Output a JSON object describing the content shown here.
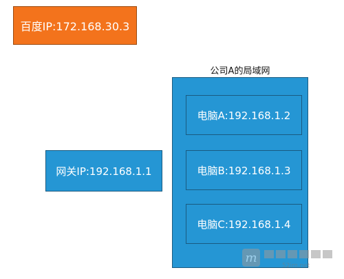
{
  "baidu": {
    "label": "百度IP:172.168.30.3",
    "color": "#f3731c"
  },
  "gateway": {
    "label": "网关IP:192.168.1.1",
    "color": "#2596d4"
  },
  "lan": {
    "title": "公司A的局域网",
    "computers": [
      {
        "label": "电脑A:192.168.1.2"
      },
      {
        "label": "电脑B:192.168.1.3"
      },
      {
        "label": "电脑C:192.168.1.4"
      }
    ]
  },
  "watermark": {
    "logo_text": "m",
    "site": "52im.net",
    "icon": "52im-logo-icon"
  }
}
